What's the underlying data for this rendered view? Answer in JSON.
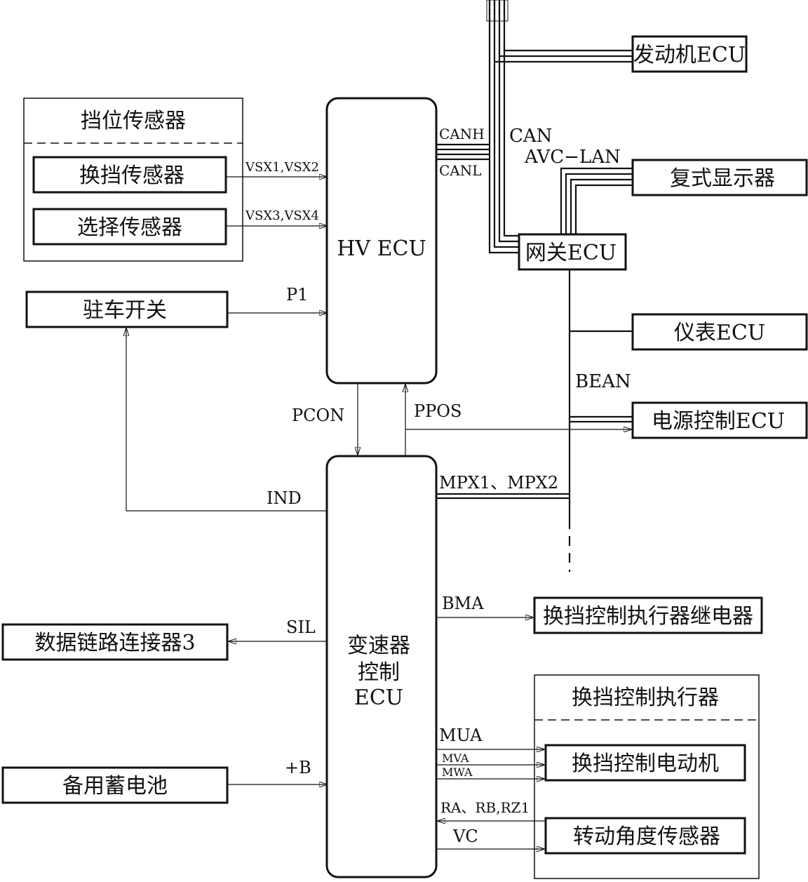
{
  "blocks": {
    "shift_sensor_group": "挡位传感器",
    "shift_sensor": "换挡传感器",
    "select_sensor": "选择传感器",
    "park_switch": "驻车开关",
    "hv_ecu": "HV ECU",
    "engine_ecu": "发动机ECU",
    "multi_display": "复式显示器",
    "gateway_ecu": "网关ECU",
    "meter_ecu": "仪表ECU",
    "power_ecu": "电源控制ECU",
    "trans_ecu_line1": "变速器",
    "trans_ecu_line2": "控制",
    "trans_ecu_line3": "ECU",
    "dlc3": "数据链路连接器3",
    "backup_battery": "备用蓄电池",
    "shift_relay": "换挡控制执行器继电器",
    "actuator_group": "换挡控制执行器",
    "shift_motor": "换挡控制电动机",
    "angle_sensor": "转动角度传感器"
  },
  "signals": {
    "vsx12": "VSX1,VSX2",
    "vsx34": "VSX3,VSX4",
    "p1": "P1",
    "canh": "CANH",
    "canl": "CANL",
    "can": "CAN",
    "avc_lan": "AVC−LAN",
    "bean": "BEAN",
    "pcon": "PCON",
    "ppos": "PPOS",
    "mpx": "MPX1、MPX2",
    "ind": "IND",
    "bma": "BMA",
    "sil": "SIL",
    "mua": "MUA",
    "mva": "MVA",
    "mwa": "MWA",
    "ra_rb_rz1": "RA、RB,RZ1",
    "vc": "VC",
    "plus_b": "+B"
  }
}
